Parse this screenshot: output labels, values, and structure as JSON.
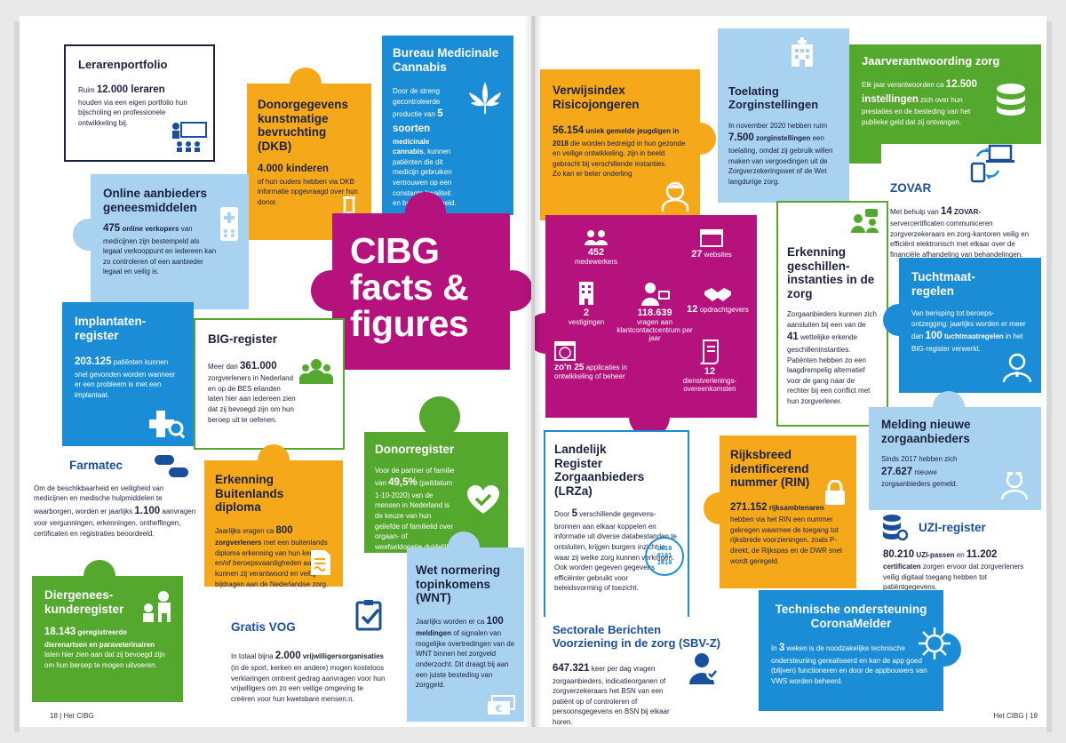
{
  "center": {
    "title_line1": "CIBG",
    "title_line2": "facts &",
    "title_line3": "figures"
  },
  "left": {
    "lerarenportfolio": {
      "title": "Lerarenportfolio",
      "prefix": "Ruim ",
      "figure": "12.000 leraren",
      "text": "houden via een eigen portfolio hun bijscholing en professionele ontwikkeling bij."
    },
    "dkb": {
      "title": "Donorgegevens kunstmatige bevruchting (DKB)",
      "figure": "4.000 kinderen",
      "text": "of hun ouders hebben via DKB informatie opgevraagd over hun donor."
    },
    "bmc": {
      "title": "Bureau Medicinale Cannabis",
      "text1": "Door de streng gecontroleerde productie van",
      "figure": "5 soorten",
      "bold": " medicinale cannabis",
      "text2": ", kunnen patiënten die dit medicijn gebruiken vertrouwen op een constante kwaliteit en beschikbaarheid."
    },
    "online": {
      "title": "Online aanbieders geneesmiddelen",
      "figure": "475",
      "bold": " online verkopers",
      "text": " van medicijnen zijn bestempeld als legaal verkooppunt en iedereen kan zo controleren of een aanbieder legaal en veilig is."
    },
    "implantaten": {
      "title": "Implantaten-register",
      "figure": "203.125",
      "text": " patiënten kunnen snel gevonden worden wanneer er een probleem is met een implantaat."
    },
    "big": {
      "title": "BIG-register",
      "prefix": "Meer dan ",
      "figure": "361.000",
      "text": " zorgverleners in Nederland en op de BES eilanden laten hier aan iedereen zien dat zij bevoegd zijn om hun beroep uit te oefenen."
    },
    "farmatec": {
      "title": "Farmatec",
      "text1": "Om de beschikbaarheid en veiligheid van medicijnen en medische hulpmiddelen te waarborgen, worden er jaarlijks ",
      "figure": "1.100",
      "text2": " aanvragen voor vergunningen, erkenningen, ontheffingen, certificaten en registraties beoordeeld."
    },
    "buitenlands": {
      "title": "Erkenning Buitenlands diploma",
      "text1": "Jaarlijks vragen ca ",
      "figure": "800",
      "bold": " zorgverleners",
      "text2": " met een buitenlands diploma erkenning van hun kennis en/of beroepsvaardigheden aan. Zo kunnen zij verantwoord en veilig bijdragen aan de Nederlandse zorg."
    },
    "donorregister": {
      "title": "Donorregister",
      "text1": "Voor de partner of familie van ",
      "figure": "49,5%",
      "text2": " (peildatum 1-10-2020) van de mensen in Nederland is de keuze van hun geliefde of familielid over orgaan- of weefseldonatie duidelijk."
    },
    "diergenees": {
      "title": "Diergenees-kunderegister",
      "figure": "18.143",
      "bold": " geregistreerde dierenartsen en paraveterinairen",
      "text": " laten hier zien aan dat zij bevoegd zijn om hun beroep te mogen uitvoeren."
    },
    "vog": {
      "title": "Gratis VOG",
      "text1": "In totaal bijna ",
      "figure": "2.000",
      "bold": " vrijwilligersorganisaties",
      "text2": " (in de sport, kerken en andere) mogen kosteloos verklaringen omtrent gedrag aanvragen voor hun vrijwilligers om zo een veilige omgeving te creëren voor hun kwetsbare mensen.n."
    },
    "wnt": {
      "title": "Wet normering topinkomens (WNT)",
      "text1": "Jaarlijks worden er ca ",
      "figure": "100",
      "bold": " meldingen",
      "text2": " of signalen van mogelijke overtredingen van de WNT binnen het zorgveld onderzocht. Dit draagt bij aan een juiste besteding van zorggeld."
    },
    "footer": "18 | Het CIBG"
  },
  "right": {
    "verwijsindex": {
      "title": "Verwijsindex Risicojongeren",
      "figure": "56.154",
      "bold": " uniek gemelde jeugdigen in 2018",
      "text": " die worden bedreigd in hun gezonde en veilige ontwikkeling, zijn in beeld gebracht bij verschillende instanties.",
      "text2": "Zo kan er beter onderling"
    },
    "toelating": {
      "title": "Toelating Zorginstellingen",
      "text1": "In november 2020 hebben ruim ",
      "figure": "7.500",
      "bold": " zorginstellingen",
      "text2": " een toelating, omdat zij gebruik willen maken van vergoedingen uit de Zorgverzekeringswet of de Wet langdurige zorg."
    },
    "jaarverantwoording": {
      "title": "Jaarverantwoording zorg",
      "text1": "Elk jaar verantwoorden ca ",
      "figure": "12.500 instellingen",
      "text2": " zich over hun prestaties en de besteding van het publieke geld dat zij ontvangen."
    },
    "zovar": {
      "title": "ZOVAR",
      "text1": "Met behulp van ",
      "figure": "14",
      "bold": " ZOVAR-",
      "text2": "servercertificaten communiceren zorgverzekeraars en zorg-kantoren veilig en efficiënt elektronisch met elkaar over de financiële afhandeling van behandelingen."
    },
    "stats": [
      {
        "value": "452",
        "label": "medewerkers"
      },
      {
        "value": "27",
        "label": "websites"
      },
      {
        "value": "2",
        "label": "vestigingen"
      },
      {
        "value": "118.639",
        "label": "vragen aan klantcontactcentrum per jaar"
      },
      {
        "value": "12",
        "label": "opdrachtgevers"
      },
      {
        "value": "zo'n 25",
        "label": "applicaties in ontwikkeling of beheer"
      },
      {
        "value": "12",
        "label": "dienstverlenings-overeenkomsten"
      }
    ],
    "geschillen": {
      "title": "Erkenning geschillen-instanties in de zorg",
      "text1": "Zorgaanbieders kunnen zich aansluiten bij een van de ",
      "figure": "41",
      "text2": " wettelijke erkende geschilleninstanties. Patiënten hebben zo een laagdrempelig alternatief voor de gang naar de rechter bij een conflict met hun zorgverlener."
    },
    "tuchtmaat": {
      "title": "Tuchtmaat-regelen",
      "text1": "Van berisping tot beroeps-ontzegging: jaarlijks worden er meer dan ",
      "figure": "100",
      "bold": " tuchtmaatregelen",
      "text2": " in het BIG-register verwerkt."
    },
    "lrza": {
      "title": "Landelijk Register Zorgaanbieders (LRZa)",
      "text1": "Door ",
      "figure": "5",
      "text2": " verschillende gegevens-bronnen aan elkaar koppelen en informatie uit diverse databestanden te ontsluiten, krijgen burgers inzicht in waar zij welke zorg kunnen verkrijgen.",
      "text3": "Ook worden gegeven gegevens efficiënter gebruikt voor beleidsvorming of toezicht.",
      "binary": "1010\n0101\n1010"
    },
    "rin": {
      "title": "Rijksbreed identificerend nummer (RIN)",
      "figure": "271.152",
      "bold": " rijksambtenaren",
      "text": " hebben via het RIN een nummer gekregen waarmee de toegang tot rijksbrede voorzieningen, zoals P-direkt, de Rijkspas en de DWR snel wordt geregeld."
    },
    "melding": {
      "title": "Melding nieuwe zorgaanbieders",
      "text1": "Sinds 2017 hebben zich ",
      "figure": "27.627",
      "text2": " nieuwe zorgaanbieders gemeld."
    },
    "uzi": {
      "title": "UZI-register",
      "figure1": "80.210",
      "bold1": " UZI-passen",
      "mid": " en ",
      "figure2": "11.202",
      "bold2": " certificaten",
      "text": " zorgen ervoor dat zorgverleners veilig digitaal toegang hebben tot patiëntgegevens."
    },
    "sbvz": {
      "title": "Sectorale Berichten Voorziening in de zorg (SBV-Z)",
      "figure": "647.321",
      "text": " keer per dag vragen zorgaanbieders, indicatieorganen of zorgverzekeraars het BSN van een patiënt op of controleren of persoonsgegevens en BSN bij elkaar horen."
    },
    "corona": {
      "title": "Technische ondersteuning CoronaMelder",
      "text1": "In ",
      "figure": "3",
      "text2": " weken is de noodzakelijke technische ondersteuning gerealiseerd en kan de app goed (blijven) functioneren en door de appbouwers van VWS worden beheerd."
    },
    "footer": "Het CIBG | 19"
  },
  "colors": {
    "yellow": "#f5a91a",
    "blue": "#1a8dd6",
    "light_blue": "#a8d2ef",
    "green": "#55a82e",
    "magenta": "#b5127d",
    "navy": "#1c2140"
  }
}
